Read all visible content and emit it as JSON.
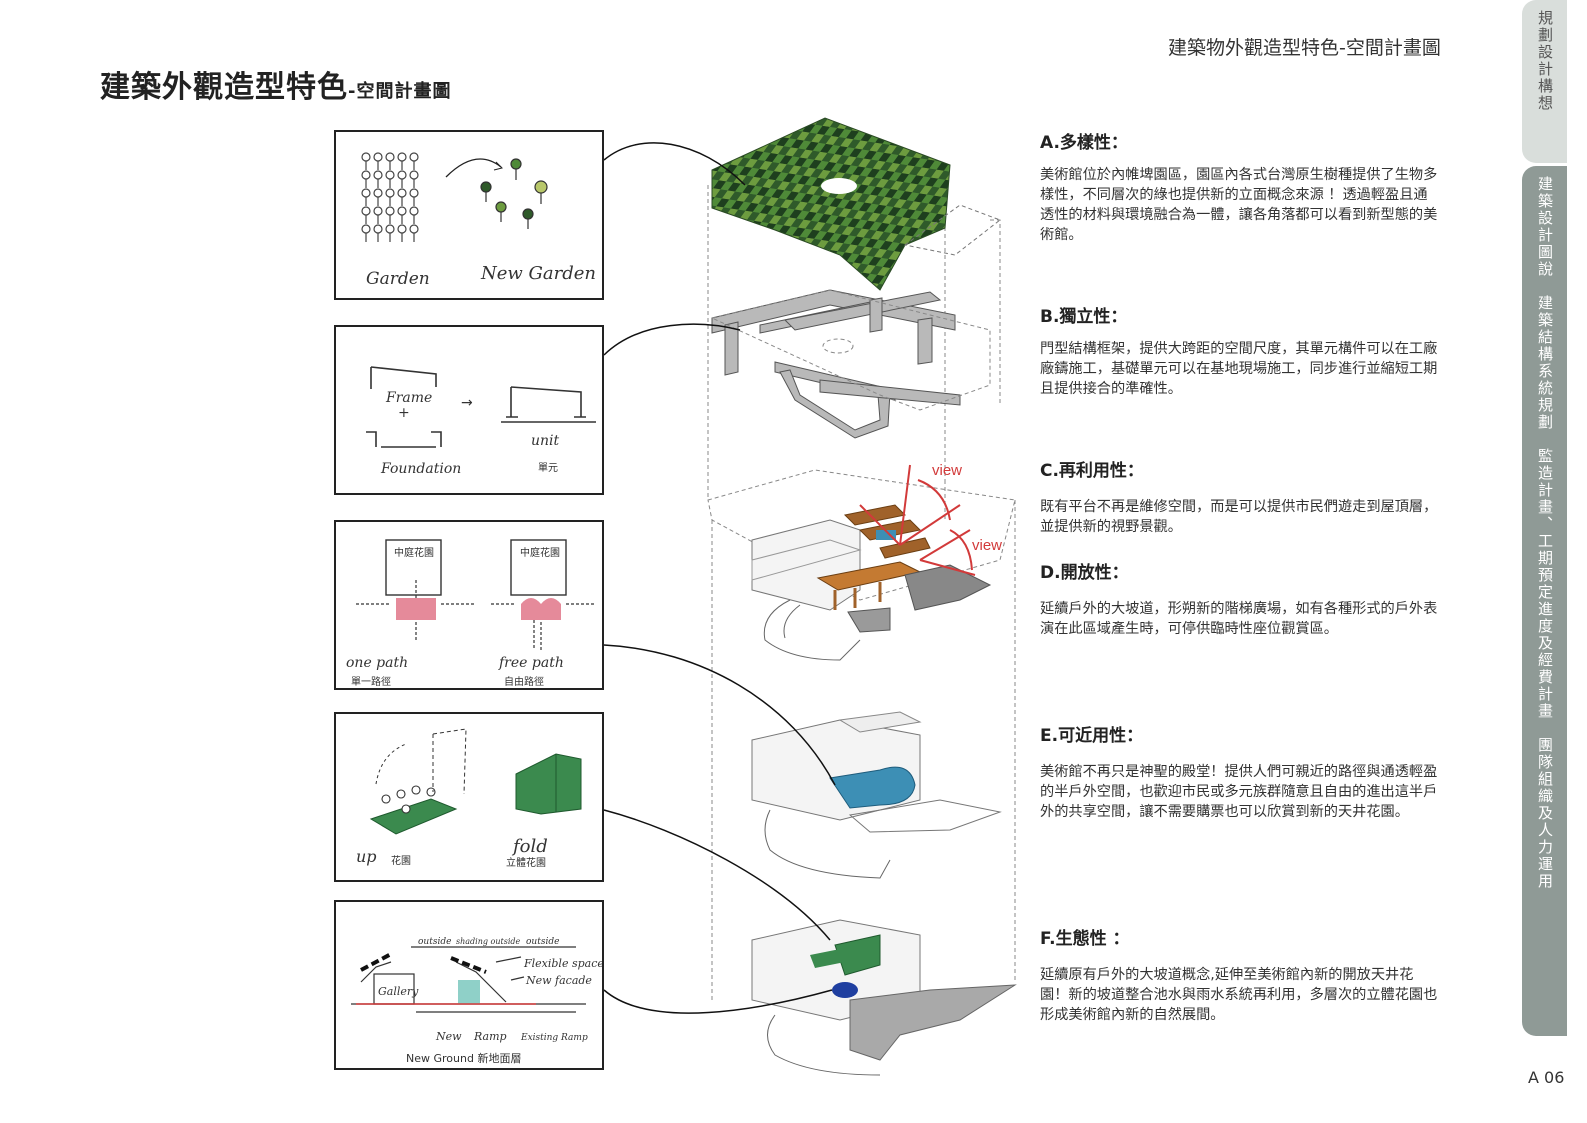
{
  "page": {
    "title_main": "建築外觀造型特色",
    "title_sub": "-空間計畫圖",
    "header_right": "建築物外觀造型特色-空間計畫圖",
    "page_number": "A 06"
  },
  "side_tabs": [
    {
      "label": "規劃設計構想"
    },
    {
      "label": "建築設計圖說　建築結構系統規劃　監造計畫、工期預定進度及經費計畫　團隊組織及人力運用"
    }
  ],
  "sketches": {
    "garden": {
      "left_label": "Garden",
      "right_label": "New Garden"
    },
    "frame": {
      "frame_label": "Frame",
      "plus": "+",
      "foundation_label": "Foundation",
      "unit_label": "unit",
      "unit_zh": "單元",
      "arrow": "→"
    },
    "path": {
      "courtyard_left": "中庭花園",
      "courtyard_right": "中庭花園",
      "one_path": "one path",
      "one_path_zh": "單一路徑",
      "free_path": "free path",
      "free_path_zh": "自由路徑"
    },
    "fold": {
      "up_label": "up",
      "up_zh": "花園",
      "fold_label": "fold",
      "fold_zh": "立體花園"
    },
    "section": {
      "outside_1": "outside",
      "shading": "shading outside",
      "outside_2": "outside",
      "flexible": "Flexible space",
      "facade": "New facade",
      "gallery": "Gallery",
      "new_label": "New",
      "ramp_label": "Ramp",
      "existing": "Existing Ramp",
      "ground": "New Ground 新地面層"
    }
  },
  "axon": {
    "view_1": "view",
    "view_2": "view"
  },
  "sections": [
    {
      "heading": "A.多樣性：",
      "body": "美術館位於內帷埤園區，園區內各式台灣原生樹種提供了生物多樣性，不同層次的綠也提供新的立面概念來源 ！透過輕盈且通透性的材料與環境融合為一體，讓各角落都可以看到新型態的美術館。"
    },
    {
      "heading": "B.獨立性：",
      "body": "門型結構框架，提供大跨距的空間尺度，其單元構件可以在工廠廠鑄施工，基礎單元可以在基地現場施工，同步進行並縮短工期且提供接合的準確性。"
    },
    {
      "heading": "C.再利用性：",
      "body": "既有平台不再是維修空間，而是可以提供市民們遊走到屋頂層，並提供新的視野景觀。"
    },
    {
      "heading": "D.開放性：",
      "body": "延續戶外的大坡道，形朔新的階梯廣場，如有各種形式的戶外表演在此區域產生時，可停供臨時性座位觀賞區。"
    },
    {
      "heading": "E.可近用性：",
      "body": "美術館不再只是神聖的殿堂！提供人們可親近的路徑與通透輕盈的半戶外空間，也歡迎市民或多元族群隨意且自由的進出這半戶外的共享空間，讓不需要購票也可以欣賞到新的天井花園。"
    },
    {
      "heading": "F.生態性 ：",
      "body": "延續原有戶外的大坡道概念,延伸至美術館內新的開放天井花園！新的坡道整合池水與雨水系統再利用，多層次的立體花園也形成美術館內新的自然展間。"
    }
  ],
  "colors": {
    "tab_light": "#d9dedb",
    "tab_dark": "#8f9a96",
    "green": "#3b8a4e",
    "brown": "#a0622a",
    "blue": "#3d8fb5",
    "red": "#d23a3a",
    "pink": "#e58a9a"
  }
}
